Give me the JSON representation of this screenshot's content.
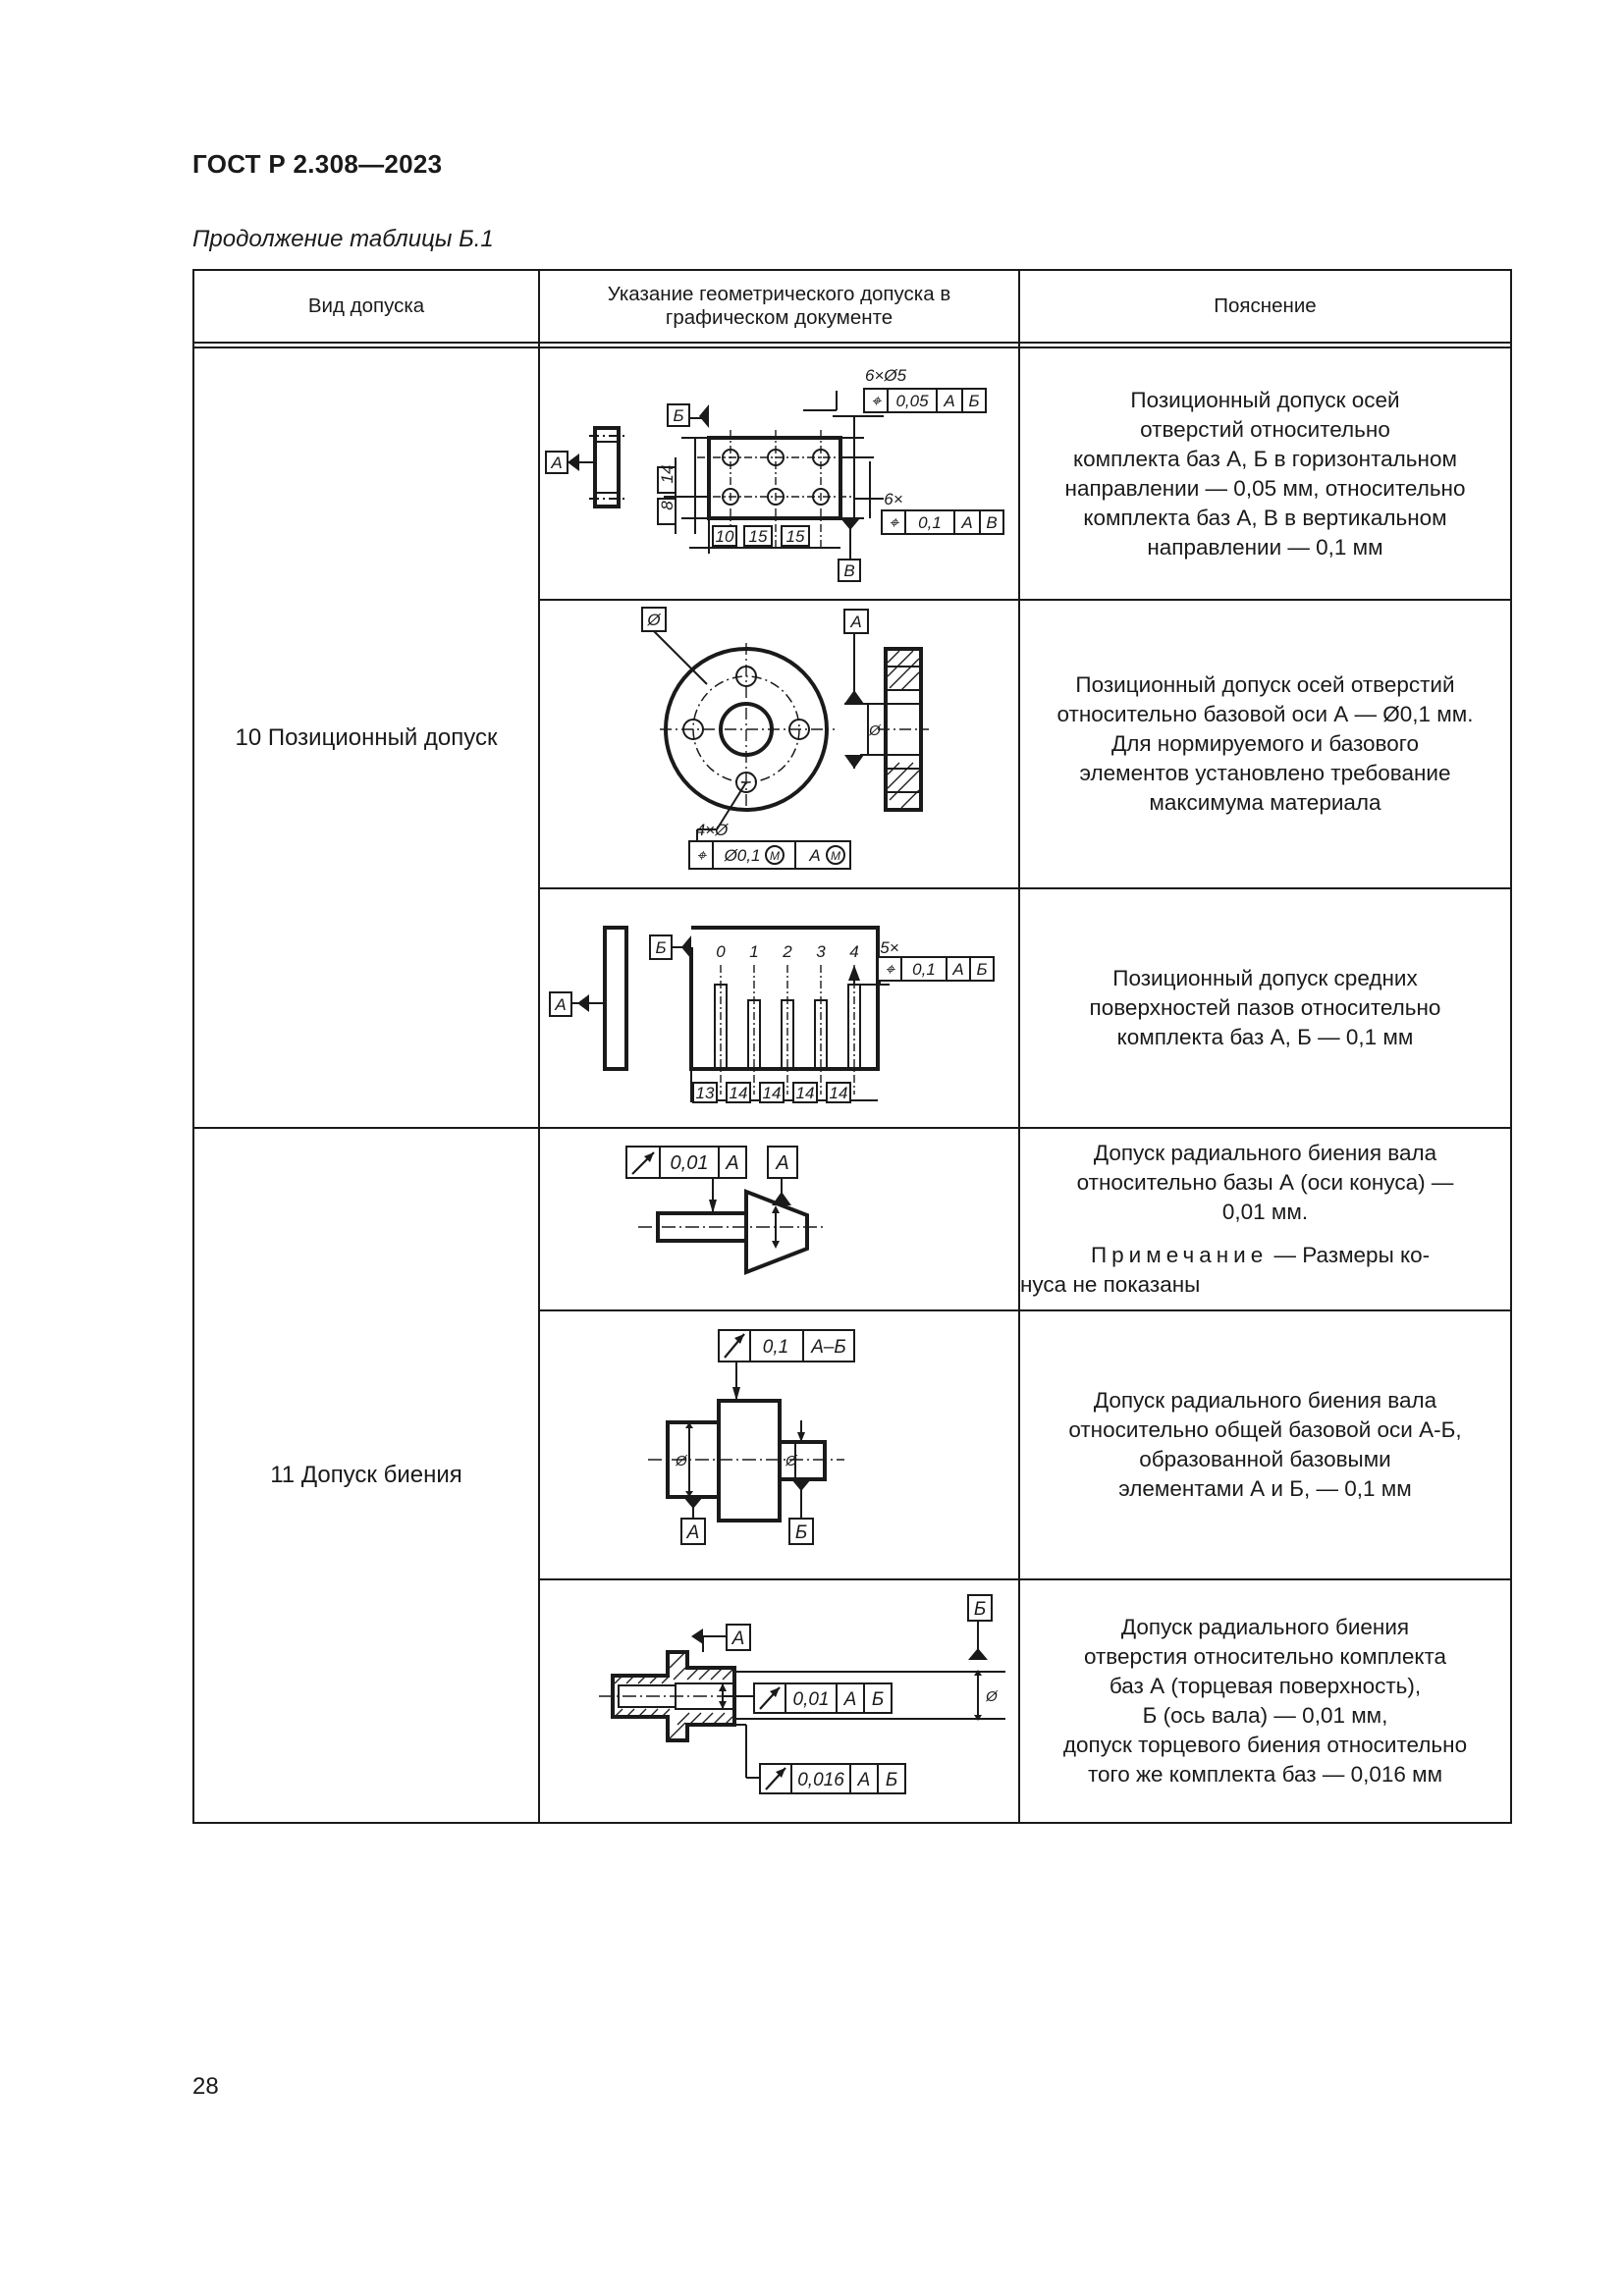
{
  "header": {
    "title": "ГОСТ Р 2.308—2023"
  },
  "caption": "Продолжение таблицы Б.1",
  "table": {
    "columns": [
      "Вид допуска",
      "Указание геометрического допуска в графическом документе",
      "Пояснение"
    ],
    "groups": [
      {
        "kind": "10 Позиционный допуск"
      },
      {
        "kind": "11 Допуск биения"
      }
    ],
    "rows": [
      {
        "explanation": [
          "Позиционный допуск осей",
          "отверстий относительно",
          "комплекта баз А, Б в горизонтальном",
          "направлении — 0,05 мм, относительно",
          "комплекта баз А, В в вертикальном",
          "направлении — 0,1 мм"
        ]
      },
      {
        "explanation": [
          "Позиционный допуск осей отверстий",
          "относительно базовой оси А — Ø0,1 мм.",
          "Для нормируемого и базового",
          "элементов установлено требование",
          "максимума материала"
        ]
      },
      {
        "explanation": [
          "Позиционный допуск средних",
          "поверхностей пазов относительно",
          "комплекта баз А, Б — 0,1 мм"
        ]
      },
      {
        "explanation": [
          "Допуск радиального биения вала",
          "относительно базы А (оси конуса) —",
          "0,01 мм."
        ],
        "note_label": "Примечание",
        "note_text_1": " — Размеры ко-",
        "note_text_2": "нуса не показаны"
      },
      {
        "explanation": [
          "Допуск радиального биения вала",
          "относительно общей базовой оси А-Б,",
          "образованной базовыми",
          "элементами А и Б, — 0,1 мм"
        ]
      },
      {
        "explanation": [
          "Допуск радиального биения",
          "отверстия относительно комплекта",
          "баз А (торцевая поверхность),",
          "Б (ось вала) — 0,01 мм,",
          "допуск торцевого биения относительно",
          "того же комплекта баз — 0,016 мм"
        ]
      }
    ]
  },
  "figures": {
    "f1": {
      "count_label": "6×Ø5",
      "frame_h": [
        "⌖",
        "0,05",
        "А",
        "Б"
      ],
      "count_v": "6×",
      "frame_v": [
        "⌖",
        "0,1",
        "А",
        "В"
      ],
      "datum_a": "А",
      "datum_b": "Б",
      "datum_v": "В",
      "dims": [
        "10",
        "15",
        "15"
      ],
      "dim_14": "14",
      "dim_8": "8"
    },
    "f2": {
      "dia_symbol": "Ø",
      "datum_a": "А",
      "count_label": "4×Ø",
      "frame": [
        "⌖",
        "Ø0,1",
        "M",
        "А",
        "M"
      ],
      "dia_mark": "Ø"
    },
    "f3": {
      "datum_b": "Б",
      "datum_a": "А",
      "slots": [
        "0",
        "1",
        "2",
        "3",
        "4"
      ],
      "count_label": "5×",
      "frame": [
        "⌖",
        "0,1",
        "А",
        "Б"
      ],
      "dims": [
        "13",
        "14",
        "14",
        "14",
        "14"
      ]
    },
    "f4": {
      "frame": [
        "↗",
        "0,01",
        "А"
      ],
      "datum_a": "А"
    },
    "f5": {
      "frame": [
        "↗",
        "0,1",
        "А–Б"
      ],
      "datum_a": "А",
      "datum_b": "Б",
      "dia_mark": "Ø"
    },
    "f6": {
      "datum_a": "А",
      "datum_b": "Б",
      "frame_1": [
        "↗",
        "0,01",
        "А",
        "Б"
      ],
      "frame_2": [
        "↗",
        "0,016",
        "А",
        "Б"
      ],
      "dia_mark": "Ø"
    }
  },
  "footer": {
    "page_number": "28"
  }
}
